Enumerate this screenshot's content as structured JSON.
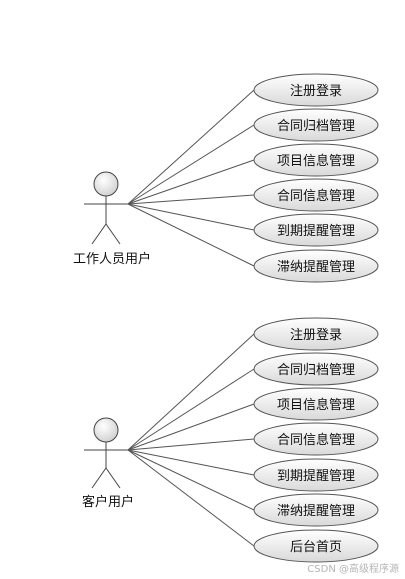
{
  "diagrams": [
    {
      "actor": "工作人员用户",
      "use_cases": [
        "注册登录",
        "合同归档管理",
        "项目信息管理",
        "合同信息管理",
        "到期提醒管理",
        "滞纳提醒管理"
      ]
    },
    {
      "actor": "客户用户",
      "use_cases": [
        "注册登录",
        "合同归档管理",
        "项目信息管理",
        "合同信息管理",
        "到期提醒管理",
        "滞纳提醒管理",
        "后台首页"
      ]
    }
  ],
  "watermark": "CSDN @高级程序源",
  "colors": {
    "ellipse_fill_top": "#ffffff",
    "ellipse_fill_bottom": "#d9d9d9",
    "stroke": "#555555"
  }
}
